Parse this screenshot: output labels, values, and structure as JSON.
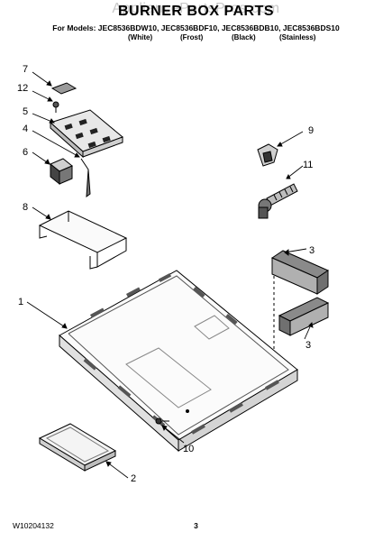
{
  "header": {
    "watermark": "AppliancePartsPros.com",
    "title": "BURNER BOX PARTS",
    "models_line": "For Models: JEC8536BDW10, JEC8536BDF10, JEC8536BDB10, JEC8536BDS10",
    "finishes": [
      "(White)",
      "(Frost)",
      "(Black)",
      "(Stainless)"
    ]
  },
  "callouts": [
    "7",
    "12",
    "5",
    "4",
    "6",
    "8",
    "9",
    "11",
    "3",
    "1",
    "3",
    "10",
    "2"
  ],
  "footer": {
    "doc_number": "W10204132",
    "page_number": "3"
  }
}
